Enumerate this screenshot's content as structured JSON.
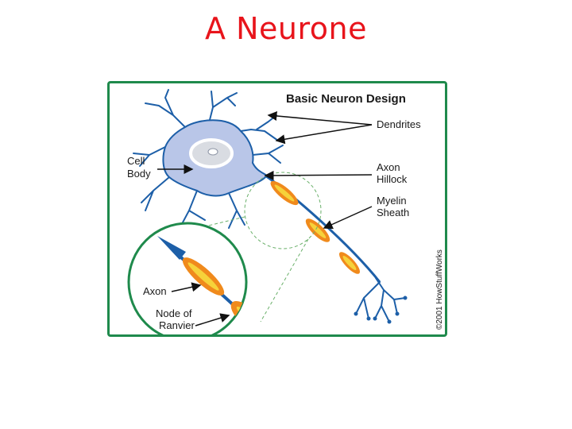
{
  "slide": {
    "title": "A Neurone"
  },
  "figure": {
    "heading": "Basic Neuron Design",
    "labels": {
      "dendrites": "Dendrites",
      "cell_body_1": "Cell",
      "cell_body_2": "Body",
      "axon_hillock_1": "Axon",
      "axon_hillock_2": "Hillock",
      "myelin_sheath_1": "Myelin",
      "myelin_sheath_2": "Sheath",
      "axon": "Axon",
      "node_of_ranvier_1": "Node of",
      "node_of_ranvier_2": "Ranvier"
    },
    "copyright": "©2001 HowStuffWorks"
  },
  "colors": {
    "title": "#e8141b",
    "frame": "#1f8a4c",
    "cell_fill": "#b9c6e8",
    "neuron_line": "#1d5fa8",
    "myelin": "#f08a1c",
    "myelin_core": "#f6d23a"
  }
}
